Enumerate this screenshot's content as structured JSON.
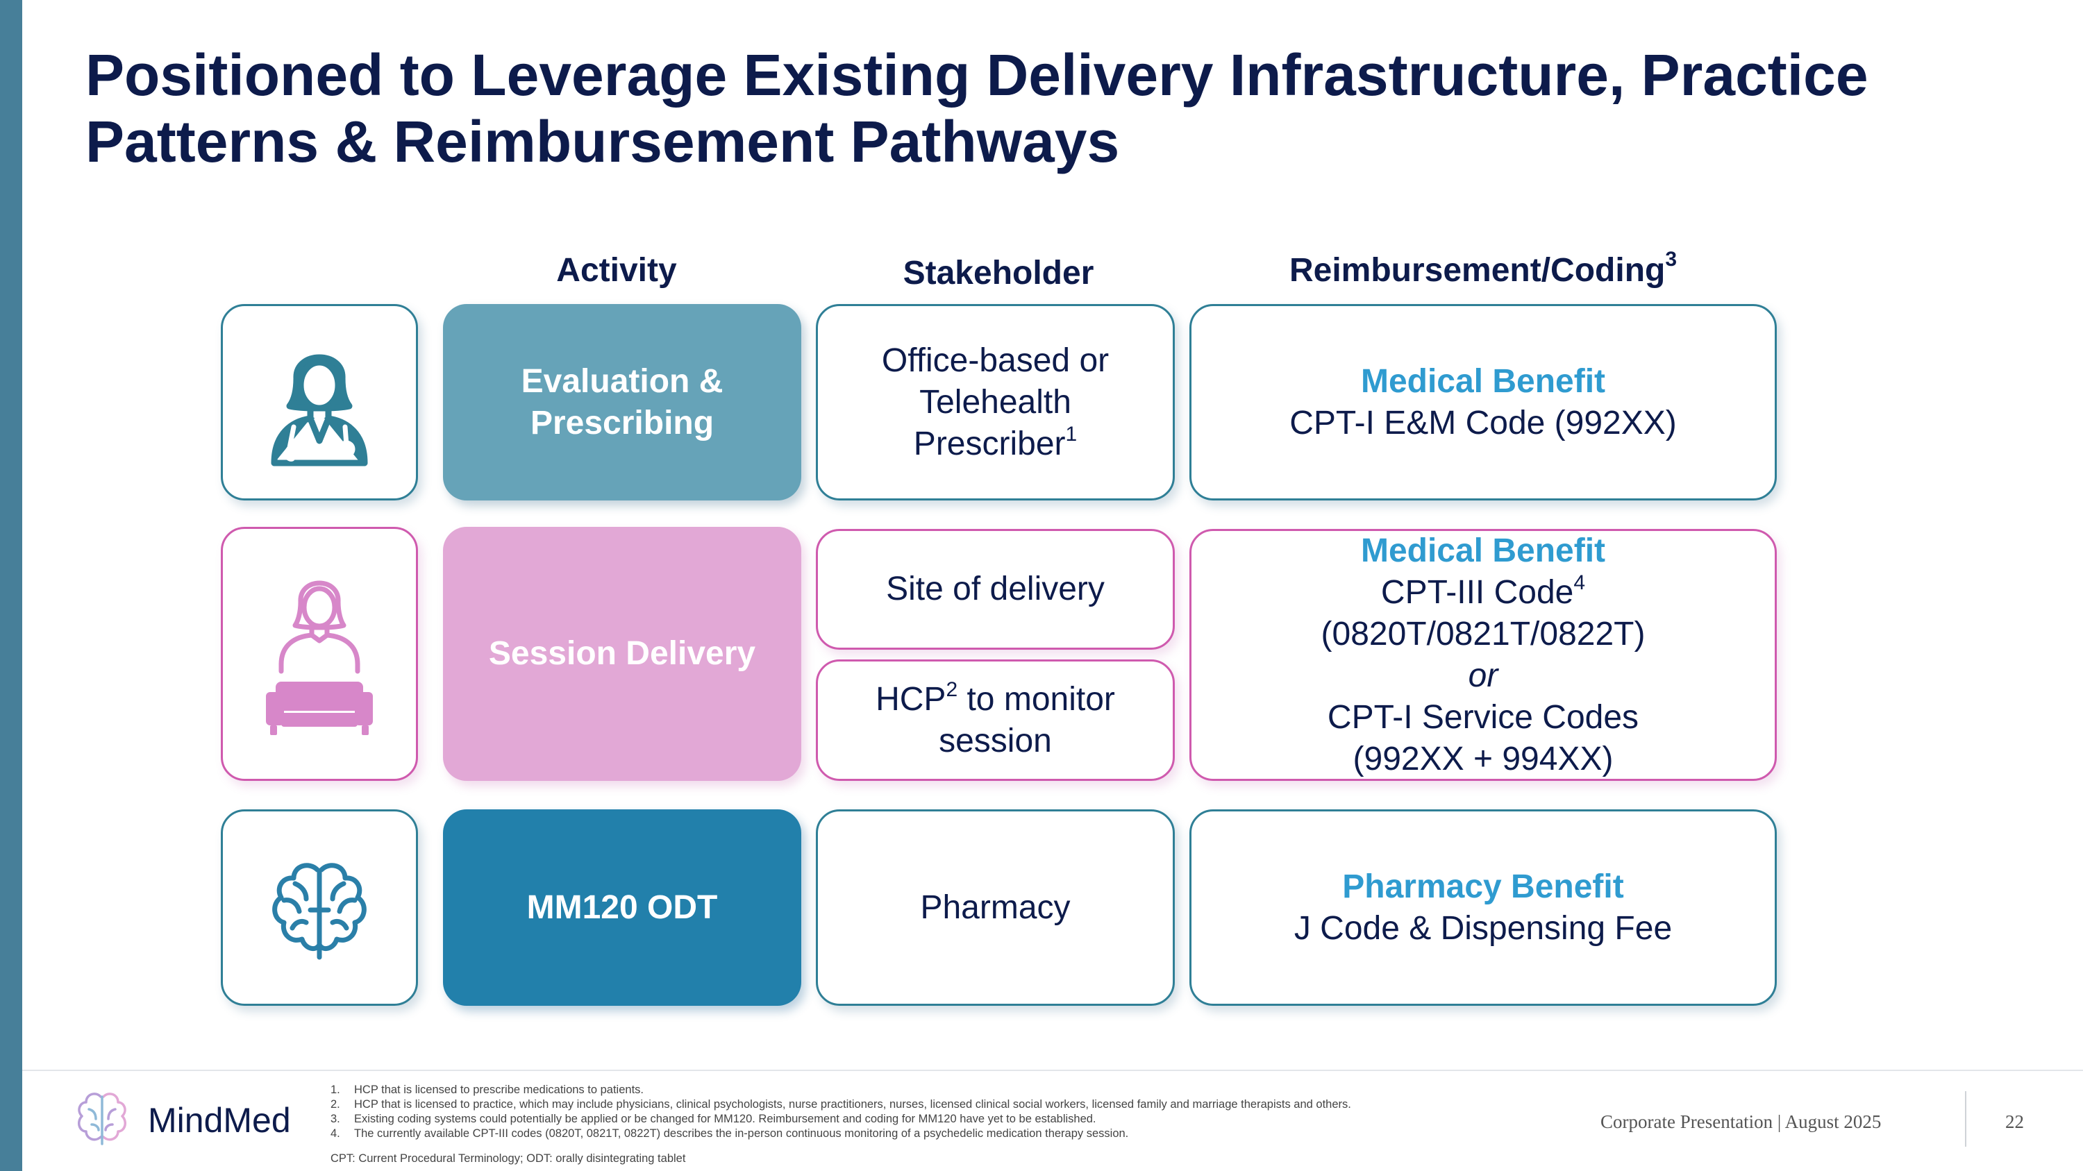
{
  "title": "Positioned to Leverage Existing Delivery Infrastructure, Practice Patterns & Reimbursement Pathways",
  "columns": {
    "activity": "Activity",
    "stakeholder": "Stakeholder",
    "reimbursement": "Reimbursement/Coding",
    "reimbursement_sup": "3"
  },
  "rows": {
    "evaluation": {
      "icon": "doctor-icon",
      "activity": "Evaluation & Prescribing",
      "stakeholder_line1": "Office-based or",
      "stakeholder_line2": "Telehealth",
      "stakeholder_line3": "Prescriber",
      "stakeholder_sup": "1",
      "benefit": "Medical Benefit",
      "code": "CPT-I E&M Code (992XX)"
    },
    "session": {
      "icon": "patient-on-couch-icon",
      "activity": "Session Delivery",
      "stakeholder_a": "Site of delivery",
      "stakeholder_b_pre": "HCP",
      "stakeholder_b_sup": "2",
      "stakeholder_b_post": " to monitor",
      "stakeholder_b_line2": "session",
      "benefit": "Medical Benefit",
      "code_line1": "CPT-III Code",
      "code_line1_sup": "4",
      "code_line2": "(0820T/0821T/0822T)",
      "or": "or",
      "code_line3": "CPT-I Service Codes",
      "code_line4": "(992XX + 994XX)"
    },
    "drug": {
      "icon": "brain-icon",
      "activity": "MM120 ODT",
      "stakeholder": "Pharmacy",
      "benefit": "Pharmacy Benefit",
      "code": "J Code & Dispensing Fee"
    }
  },
  "footer": {
    "logo": "MindMed",
    "footnotes": [
      {
        "num": "1.",
        "text": "HCP that is licensed to prescribe medications to patients."
      },
      {
        "num": "2.",
        "text": "HCP that is licensed to practice, which may include physicians, clinical psychologists, nurse practitioners, nurses, licensed clinical social workers, licensed family and marriage therapists and others."
      },
      {
        "num": "3.",
        "text": "Existing coding systems could potentially be applied or be changed for MM120. Reimbursement and coding for MM120 have yet to be established."
      },
      {
        "num": "4.",
        "text": "The currently available CPT-III codes (0820T, 0821T, 0822T) describes the in-person continuous monitoring of a psychedelic medication therapy session."
      }
    ],
    "abbreviations": "CPT: Current Procedural Terminology; ODT: orally disintegrating tablet",
    "presentation": "Corporate Presentation | August 2025",
    "page_number": "22"
  },
  "colors": {
    "navy": "#0d1b4b",
    "teal_light": "#66a3b8",
    "pink": "#e2a8d6",
    "teal_dark": "#2280ab",
    "highlight_blue": "#2f9bd0",
    "left_bar": "#477f99"
  }
}
